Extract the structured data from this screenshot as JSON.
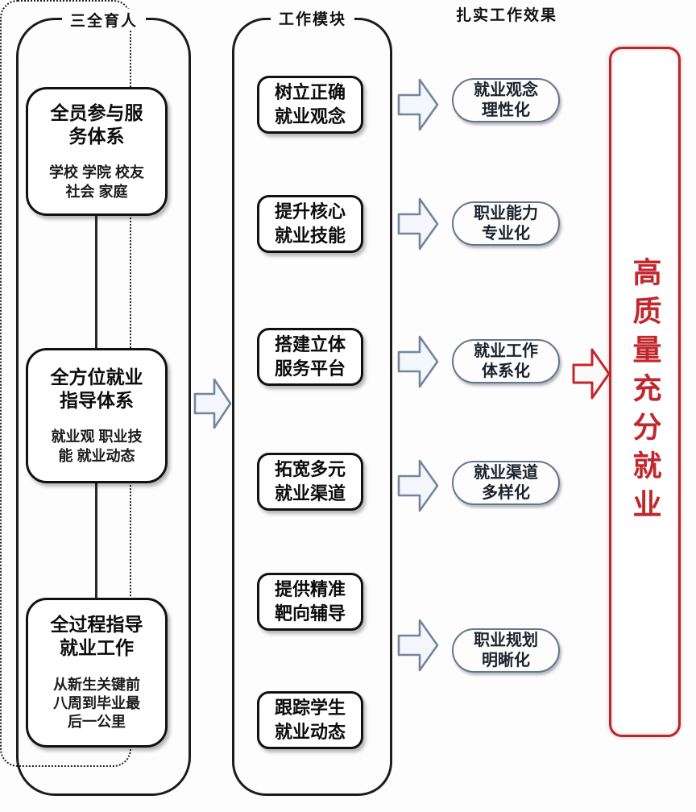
{
  "pillars": {
    "header": "三全育人",
    "boxes": [
      {
        "title": "全员参与服\n务体系",
        "subtitle": "学校 学院 校友\n社会 家庭"
      },
      {
        "title": "全方位就业\n指导体系",
        "subtitle": "就业观 职业技\n能 就业动态"
      },
      {
        "title": "全过程指导\n就业工作",
        "subtitle": "从新生关键前\n八周到毕业最\n后一公里"
      }
    ]
  },
  "modules": {
    "header": "工作模块",
    "boxes": [
      "树立正确\n就业观念",
      "提升核心\n就业技能",
      "搭建立体\n服务平台",
      "拓宽多元\n就业渠道",
      "提供精准\n靶向辅导",
      "跟踪学生\n就业动态"
    ]
  },
  "effects": {
    "header": "扎实工作效果",
    "boxes": [
      "就业观念\n理性化",
      "职业能力\n专业化",
      "就业工作\n体系化",
      "就业渠道\n多样化",
      "职业规划\n明晰化"
    ]
  },
  "goal": {
    "label": "高质量充分就业"
  },
  "colors": {
    "accent_red": "#c1272d",
    "goal_border_red": "#b5282e",
    "arrow_blue_stroke": "#75849e",
    "arrow_blue_fill": "#f3f7fc",
    "pill_border": "#67758c",
    "border_black": "#1c1c1c"
  }
}
